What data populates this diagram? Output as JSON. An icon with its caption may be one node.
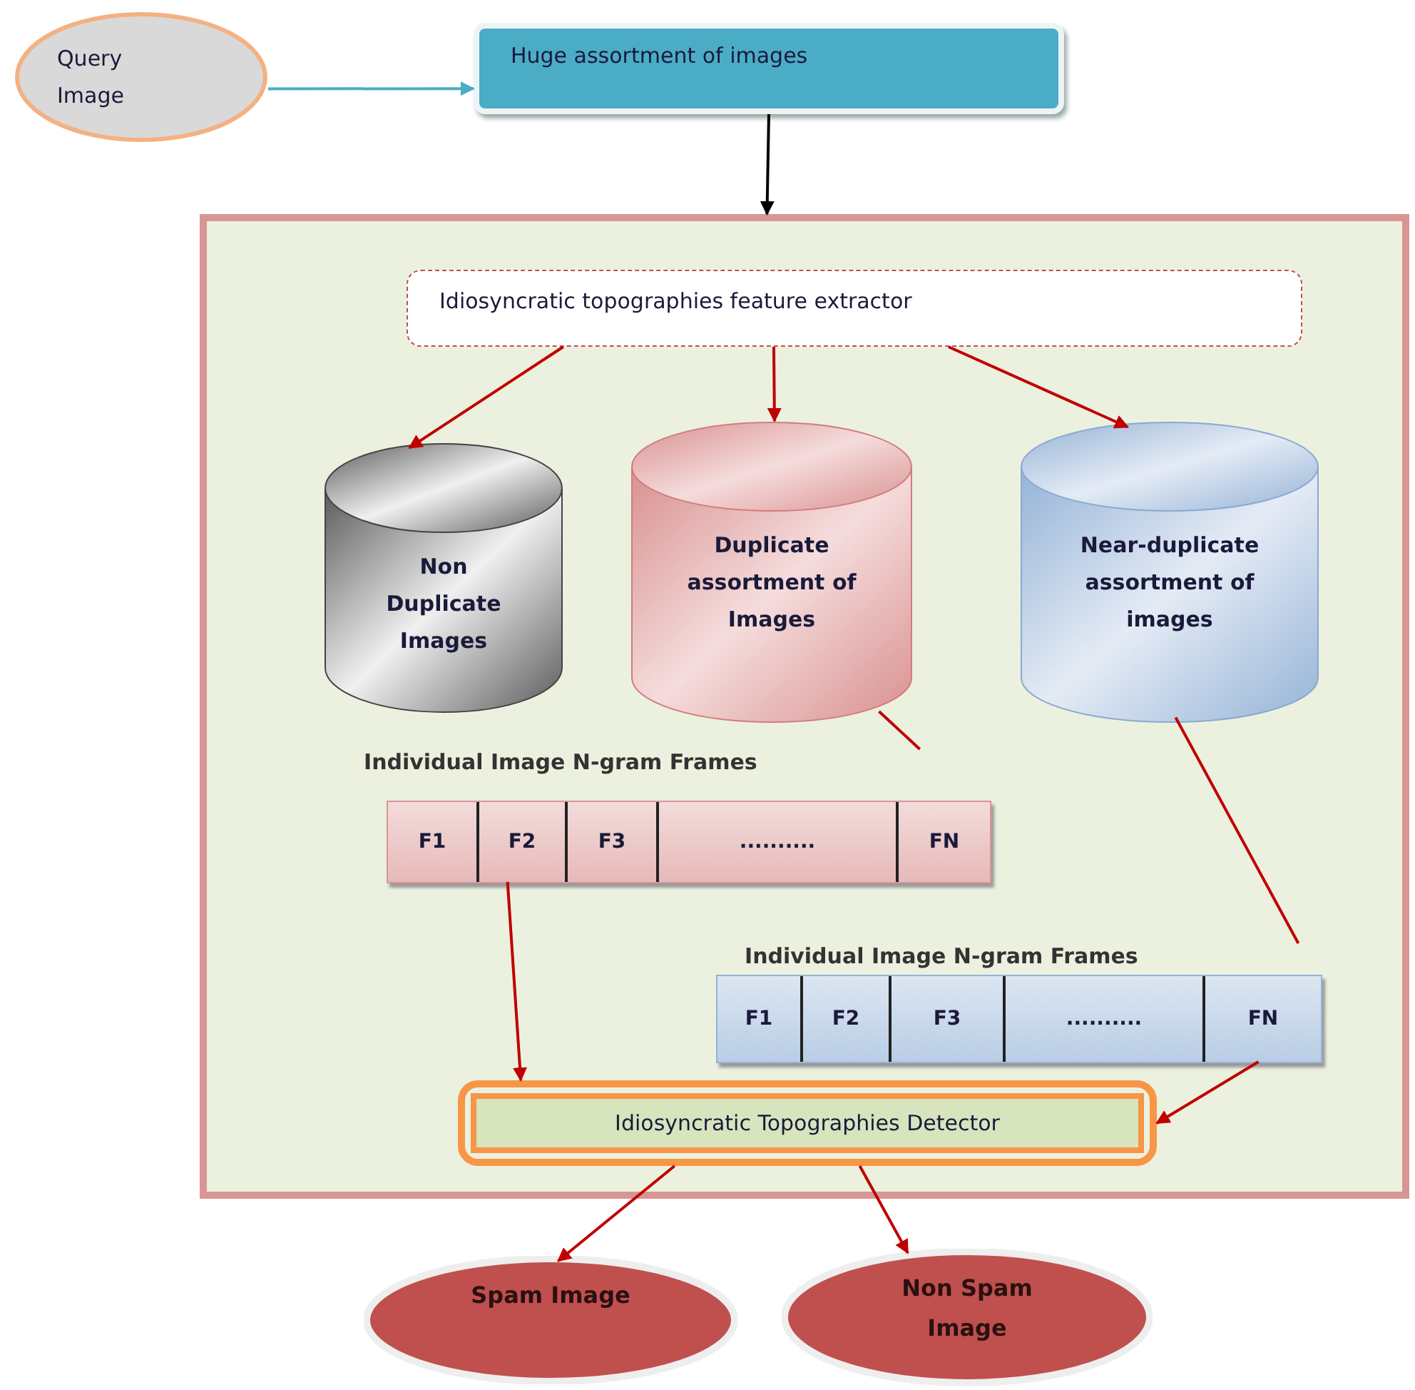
{
  "diagram": {
    "nodes": [
      {
        "text": [
          "Query Image"
        ]
      },
      {
        "text": [
          "Huge assortment of images"
        ]
      },
      {
        "text": [],
        "shape": "box"
      },
      {
        "text": [
          "Idiosyncratic topographies feature extractor"
        ],
        "in": 2
      },
      {
        "text": [
          "Non Duplicate Images"
        ],
        "in": 2
      },
      {
        "text": [
          "Duplicate assortment of Images"
        ],
        "in": 2
      },
      {
        "text": [
          "Near-duplicate assortment of images"
        ],
        "in": 2
      },
      {
        "text": [
          "Individual Image N-gram Frames"
        ],
        "in": 2
      },
      {
        "text": [
          "F1"
        ],
        "in": 7
      },
      {
        "text": [
          "F2"
        ],
        "in": 7
      },
      {
        "text": [
          "F3"
        ],
        "in": 7
      },
      {
        "text": [
          ".........."
        ],
        "in": 7
      },
      {
        "text": [
          "FN"
        ],
        "in": 7
      },
      {
        "text": [
          "Individual Image N-gram Frames"
        ],
        "in": 2
      },
      {
        "text": [
          "F1"
        ],
        "in": 13
      },
      {
        "text": [
          "F2"
        ],
        "in": 13
      },
      {
        "text": [
          "F3"
        ],
        "in": 13
      },
      {
        "text": [
          ".........."
        ],
        "in": 13
      },
      {
        "text": [
          "FN"
        ],
        "in": 13
      },
      {
        "text": [
          "Idiosyncratic Topographies Detector"
        ],
        "in": 2
      },
      {
        "text": [
          "Spam Image"
        ]
      },
      {
        "text": [
          "Non Spam Image"
        ]
      }
    ],
    "edges": [
      {
        "from": 0,
        "to": 1,
        "arrow": "to",
        "color": "#4bacc6"
      },
      {
        "from": 1,
        "to": 2,
        "arrow": "to",
        "color": "#000000"
      },
      {
        "from": 3,
        "to": 4,
        "arrow": "to"
      },
      {
        "from": 3,
        "to": 5,
        "arrow": "to"
      },
      {
        "from": 3,
        "to": 6,
        "arrow": "to"
      },
      {
        "from": 5,
        "to": 7,
        "arrow": "none"
      },
      {
        "from": 9,
        "to": 19,
        "arrow": "to"
      },
      {
        "from": 6,
        "to": 13,
        "arrow": "none"
      },
      {
        "from": 18,
        "to": 19,
        "arrow": "to"
      },
      {
        "from": 19,
        "to": 20,
        "arrow": "to"
      },
      {
        "from": 19,
        "to": 21,
        "arrow": "to"
      }
    ]
  }
}
